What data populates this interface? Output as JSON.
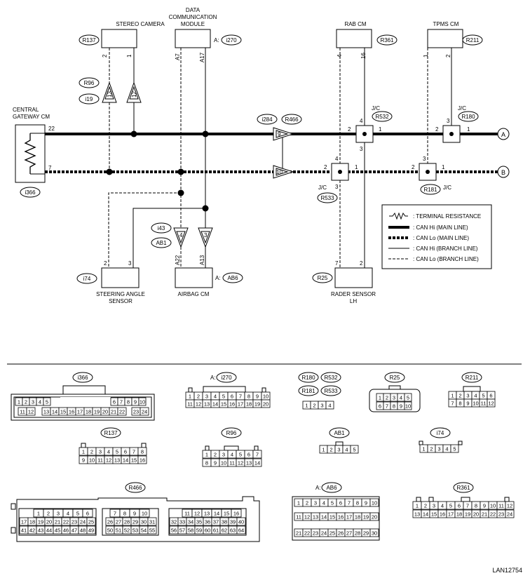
{
  "modules": {
    "stereo_camera": {
      "name": "STEREO CAMERA",
      "conn": "R137",
      "pins": [
        "2",
        "1"
      ]
    },
    "dcm": {
      "name1": "DATA",
      "name2": "COMMUNICATION",
      "name3": "MODULE",
      "conn_prefix": "A:",
      "conn": "i270",
      "pins": [
        "A7",
        "A17"
      ]
    },
    "rab": {
      "name": "RAB CM",
      "conn": "R361",
      "pins": [
        "4",
        "16"
      ]
    },
    "tpms": {
      "name": "TPMS CM",
      "conn": "R211",
      "pins": [
        "1",
        "2"
      ]
    },
    "gateway": {
      "name1": "CENTRAL",
      "name2": "GATEWAY CM",
      "conn": "i366",
      "pins": [
        "22",
        "7"
      ]
    },
    "steering": {
      "name1": "STEERING ANGLE",
      "name2": "SENSOR",
      "conn": "i74",
      "pins": [
        "2",
        "3"
      ]
    },
    "airbag": {
      "name": "AIRBAG CM",
      "conn_prefix": "A:",
      "conn": "AB6",
      "pins": [
        "A22",
        "A13"
      ]
    },
    "radar": {
      "name1": "RADER SENSOR",
      "name2": "LH",
      "conn": "R25",
      "pins": [
        "7",
        "2"
      ]
    }
  },
  "junctions": {
    "jc1": {
      "label": "J/C",
      "conn": "R532",
      "pins": [
        "2",
        "4",
        "1",
        "3"
      ]
    },
    "jc2": {
      "label": "J/C",
      "conn": "R180",
      "pins": [
        "2",
        "3",
        "1"
      ]
    },
    "jc3": {
      "label": "J/C",
      "conn": "R533",
      "pins": [
        "2",
        "4",
        "1",
        "3"
      ]
    },
    "jc4": {
      "label": "J/C",
      "conn": "R181",
      "pins": [
        "2",
        "3",
        "1"
      ]
    }
  },
  "splices": {
    "r96": {
      "conn": "R96",
      "conn2": "i19",
      "pins": [
        "13",
        "12"
      ]
    },
    "r466": {
      "conn": "i284",
      "conn2": "R466",
      "pins": [
        "9",
        "10"
      ]
    },
    "i43": {
      "conn": "i43",
      "conn2": "AB1",
      "pins": [
        "4",
        "3"
      ]
    }
  },
  "bus_ends": [
    "A",
    "B"
  ],
  "legend": [
    ": TERMINAL RESISTANCE",
    ": CAN Hi (MAIN LINE)",
    ": CAN Lo (MAIN LINE)",
    ": CAN Hi (BRANCH LINE)",
    ": CAN Lo (BRANCH LINE)"
  ],
  "connectors": {
    "i366": {
      "label": "i366",
      "row1a": [
        "1",
        "2",
        "3",
        "4",
        "5"
      ],
      "row1b": [
        "6",
        "7",
        "8",
        "9",
        "10"
      ],
      "row2a": [
        "11",
        "12"
      ],
      "row2b": [
        "13",
        "14",
        "15",
        "16",
        "17",
        "18",
        "19",
        "20",
        "21",
        "22"
      ],
      "row2c": [
        "23",
        "24"
      ]
    },
    "i270": {
      "prefix": "A:",
      "label": "i270",
      "row1": [
        "1",
        "2",
        "3",
        "4",
        "5",
        "6",
        "7",
        "8",
        "9",
        "10"
      ],
      "row2": [
        "11",
        "12",
        "13",
        "14",
        "15",
        "16",
        "17",
        "18",
        "19",
        "20"
      ]
    },
    "jc": {
      "labels": [
        "R180",
        "R532",
        "R181",
        "R533"
      ],
      "row1": [
        "1",
        "2",
        "3",
        "4"
      ]
    },
    "r25": {
      "label": "R25",
      "row1": [
        "1",
        "2",
        "3",
        "4",
        "5"
      ],
      "row2": [
        "6",
        "7",
        "8",
        "9",
        "10"
      ]
    },
    "r211": {
      "label": "R211",
      "row1": [
        "1",
        "2",
        "3",
        "4",
        "5",
        "6"
      ],
      "row2": [
        "7",
        "8",
        "9",
        "10",
        "11",
        "12"
      ]
    },
    "r137": {
      "label": "R137",
      "row1": [
        "1",
        "2",
        "3",
        "4",
        "5",
        "6",
        "7",
        "8"
      ],
      "row2": [
        "9",
        "10",
        "11",
        "12",
        "13",
        "14",
        "15",
        "16"
      ]
    },
    "r96": {
      "label": "R96",
      "row1": [
        "1",
        "2",
        "3",
        "4",
        "5",
        "6",
        "7"
      ],
      "row2": [
        "8",
        "9",
        "10",
        "11",
        "12",
        "13",
        "14"
      ]
    },
    "ab1": {
      "label": "AB1",
      "row1": [
        "1",
        "2",
        "3",
        "4",
        "5"
      ]
    },
    "i74": {
      "label": "i74",
      "row1": [
        "1",
        "2",
        "3",
        "4",
        "5"
      ]
    },
    "r466": {
      "label": "R466",
      "a1": [
        "1",
        "2",
        "3",
        "4",
        "5",
        "6"
      ],
      "a2": [
        "17",
        "18",
        "19",
        "20",
        "21",
        "22",
        "23",
        "24",
        "25"
      ],
      "a3": [
        "41",
        "42",
        "43",
        "44",
        "45",
        "46",
        "47",
        "48",
        "49"
      ],
      "b1": [
        "7",
        "8",
        "9",
        "10"
      ],
      "b2": [
        "26",
        "27",
        "28",
        "29",
        "30",
        "31"
      ],
      "b3": [
        "50",
        "51",
        "52",
        "53",
        "54",
        "55"
      ],
      "c1": [
        "11",
        "12",
        "13",
        "14",
        "15",
        "16"
      ],
      "c2": [
        "32",
        "33",
        "34",
        "35",
        "36",
        "37",
        "38",
        "39",
        "40"
      ],
      "c3": [
        "56",
        "57",
        "58",
        "59",
        "60",
        "61",
        "62",
        "63",
        "64"
      ]
    },
    "ab6": {
      "prefix": "A:",
      "label": "AB6",
      "row1": [
        "1",
        "2",
        "3",
        "4",
        "5",
        "6",
        "7",
        "8",
        "9",
        "10"
      ],
      "row2": [
        "11",
        "12",
        "13",
        "14",
        "15",
        "16",
        "17",
        "18",
        "19",
        "20"
      ],
      "row3": [
        "21",
        "22",
        "23",
        "24",
        "25",
        "26",
        "27",
        "28",
        "29",
        "30"
      ]
    },
    "r361": {
      "label": "R361",
      "row1": [
        "1",
        "2",
        "3",
        "4",
        "5",
        "6",
        "7",
        "8",
        "9",
        "10",
        "11",
        "12"
      ],
      "row2": [
        "13",
        "14",
        "15",
        "16",
        "17",
        "18",
        "19",
        "20",
        "21",
        "22",
        "23",
        "24"
      ]
    }
  },
  "code": "LAN12754"
}
